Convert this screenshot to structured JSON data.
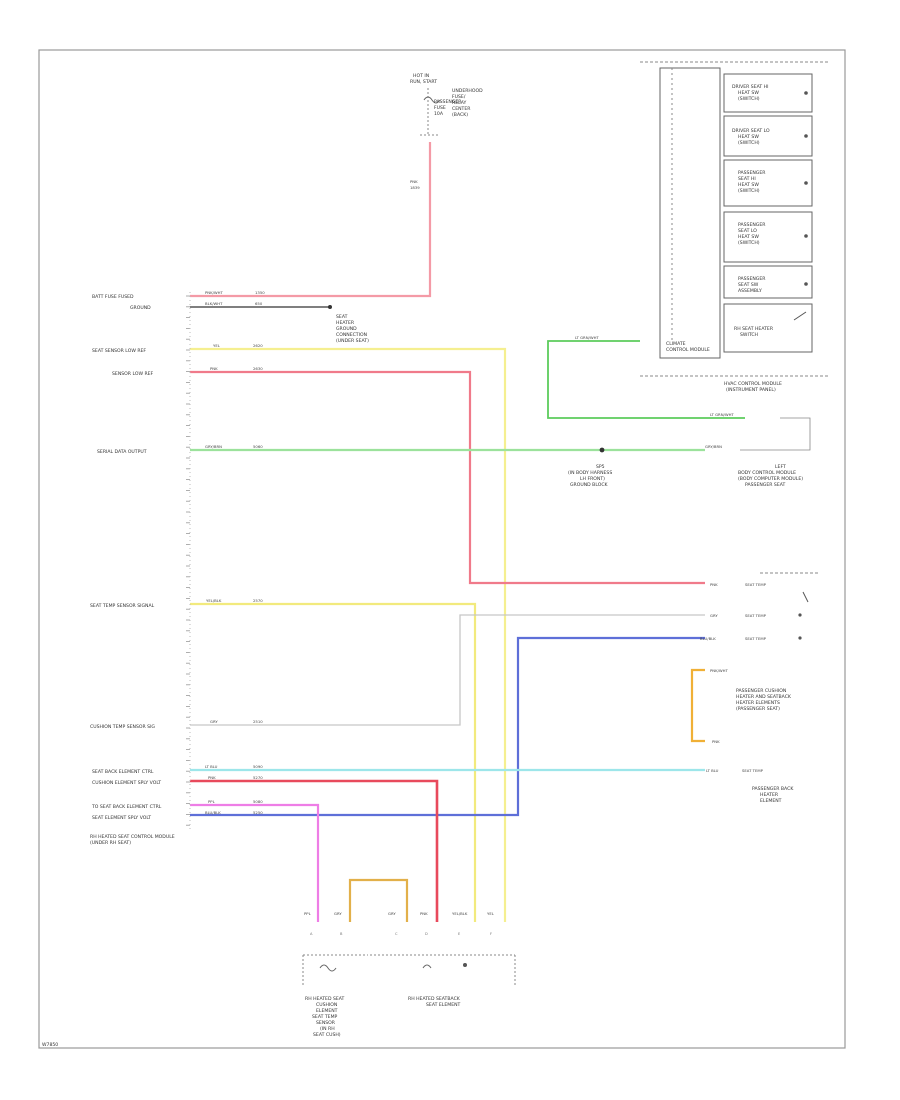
{
  "diagram": {
    "fuse_block": {
      "title": [
        "HOT IN",
        "RUN, START"
      ],
      "fuse_desc": [
        "PASSENGER",
        "FUSE",
        "10A"
      ],
      "location_desc": [
        "UNDERHOOD",
        "FUSE/",
        "RELAY",
        "CENTER",
        "(BACK)"
      ],
      "wire_label": [
        "PNK",
        "1839"
      ]
    },
    "module_left_pins": [
      {
        "label": "BATT FUSE FUSED",
        "wire": "PNK/WHT",
        "circuit": "1350"
      },
      {
        "label": "GROUND",
        "wire": "BLK/WHT",
        "circuit": "650"
      },
      {
        "label": "SEAT SENSOR LOW REF",
        "wire": "YEL",
        "circuit": "2620"
      },
      {
        "label": "SENSOR LOW REF",
        "wire": "PNK",
        "circuit": "2630"
      },
      {
        "label": "SERIAL DATA OUTPUT",
        "wire": "GRY/BRN",
        "circuit": "5060"
      },
      {
        "label": "SEAT TEMP SENSOR SIGNAL",
        "wire": "YEL/BLK",
        "circuit": "2570"
      },
      {
        "label": "CUSHION TEMP SENSOR SIG",
        "wire": "GRY",
        "circuit": "2510"
      },
      {
        "label": "SEAT BACK ELEMENT CTRL",
        "wire": "LT BLU",
        "circuit": "5090"
      },
      {
        "label": "CUSHION ELEMENT SPLY VOLT",
        "wire": "PNK",
        "circuit": "5270"
      },
      {
        "label": "TO SEAT BACK ELEMENT CTRL",
        "wire": "PPL",
        "circuit": "5080"
      },
      {
        "label": "SEAT ELEMENT SPLY VOLT",
        "wire": "BLU/BLK",
        "circuit": "5250"
      }
    ],
    "ground_splice": [
      "SEAT",
      "HEATER",
      "GROUND",
      "CONNECTION",
      "(UNDER SEAT)"
    ],
    "module_caption": [
      "RH HEATED SEAT CONTROL MODULE",
      "(UNDER RH SEAT)"
    ],
    "switch_panel": {
      "switches": [
        {
          "lines": [
            "DRIVER SEAT HI",
            "HEAT SW",
            "(SWITCH)"
          ]
        },
        {
          "lines": [
            "DRIVER SEAT LO",
            "HEAT SW",
            "(SWITCH)"
          ]
        },
        {
          "lines": [
            "PASSENGER",
            "SEAT HI",
            "HEAT SW",
            "(SWITCH)"
          ]
        },
        {
          "lines": [
            "PASSENGER",
            "SEAT LO",
            "HEAT SW",
            "(SWITCH)"
          ]
        },
        {
          "lines": [
            "PASSENGER",
            "SEAT SW",
            "ASSEMBLY"
          ]
        },
        {
          "lines": [
            "RH SEAT HEATER",
            "SWITCH"
          ]
        }
      ],
      "module_label": [
        "CLIMATE",
        "CONTROL MODULE"
      ],
      "caption": [
        "HVAC CONTROL MODULE",
        "(INSTRUMENT PANEL)"
      ]
    },
    "green_wire": {
      "top": "LT GRN/WHT",
      "bottom": "LT GRN/WHT",
      "out_label": "GRY/BRN"
    },
    "splice_label": [
      "SP5",
      "(IN BODY HARNESS",
      "LH FRONT)",
      "GROUND BLOCK"
    ],
    "right_group_label": [
      "LEFT",
      "BODY CONTROL MODULE",
      "(BODY COMPUTER MODULE)",
      "PASSENGER SEAT"
    ],
    "right_connector": {
      "wires": [
        {
          "color": "PNK",
          "text": "SEAT TEMP"
        },
        {
          "color": "GRY",
          "text": "SEAT TEMP"
        },
        {
          "color": "BLU/BLK",
          "text": "SEAT TEMP"
        }
      ],
      "orange_top": "PNK/WHT",
      "orange_bottom": "PNK",
      "orange_box_label": [
        "PASSENGER CUSHION",
        "HEATER AND SEATBACK",
        "HEATER ELEMENTS",
        "(PASSENGER SEAT)"
      ],
      "cyan_label": [
        "LT BLU",
        "SEAT TEMP"
      ],
      "passenger_back": [
        "PASSENGER BACK",
        "HEATER",
        "ELEMENT"
      ]
    },
    "bottom_connector": {
      "pin_labels": [
        "PPL",
        "GRY",
        "GRY",
        "PNK",
        "YEL/BLK",
        "YEL"
      ],
      "pin_numbers": [
        "A",
        "B",
        "C",
        "D",
        "E",
        "F"
      ],
      "cushion_label": [
        "RH HEATED SEAT",
        "CUSHION",
        "ELEMENT",
        "SEAT TEMP",
        "SENSOR",
        "(IN RH",
        "SEAT CUSH)"
      ],
      "seatback_label": [
        "RH HEATED SEATBACK",
        "SEAT ELEMENT"
      ]
    },
    "footer_code": "W7850"
  }
}
